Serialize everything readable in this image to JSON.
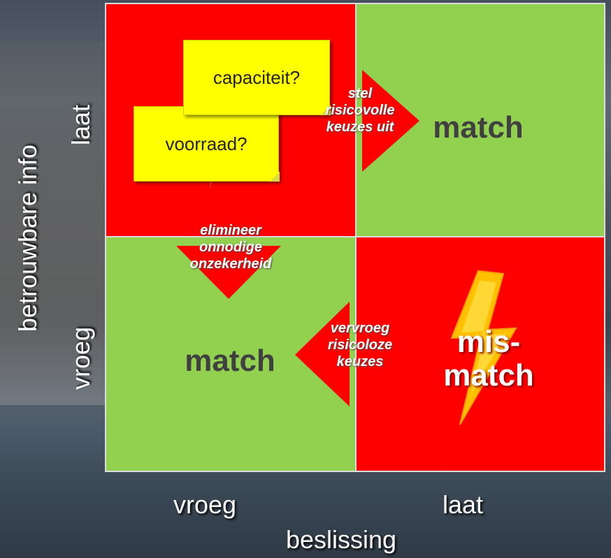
{
  "quadrants": {
    "top_left": {
      "color": "#ff0000"
    },
    "top_right": {
      "color": "#92d050",
      "label": "match"
    },
    "bottom_left": {
      "color": "#92d050",
      "label": "match"
    },
    "bottom_right": {
      "color": "#ff0000",
      "label_line1": "mis-",
      "label_line2": "match"
    }
  },
  "notes": {
    "capacity": "capaciteit?",
    "stock": "voorraad?"
  },
  "arrows": {
    "right": {
      "line1": "stel",
      "line2": "risicovolle",
      "line3": "keuzes uit"
    },
    "down": {
      "line1": "elimineer",
      "line2": "onnodige",
      "line3": "onzekerheid"
    },
    "left": {
      "line1": "vervroeg",
      "line2": "risicoloze",
      "line3": "keuzes"
    }
  },
  "axes": {
    "x_title": "beslissing",
    "x_early": "vroeg",
    "x_late": "laat",
    "y_title": "betrouwbare info",
    "y_early": "vroeg",
    "y_late": "laat"
  },
  "icons": [
    "lightning-bolt-icon"
  ]
}
